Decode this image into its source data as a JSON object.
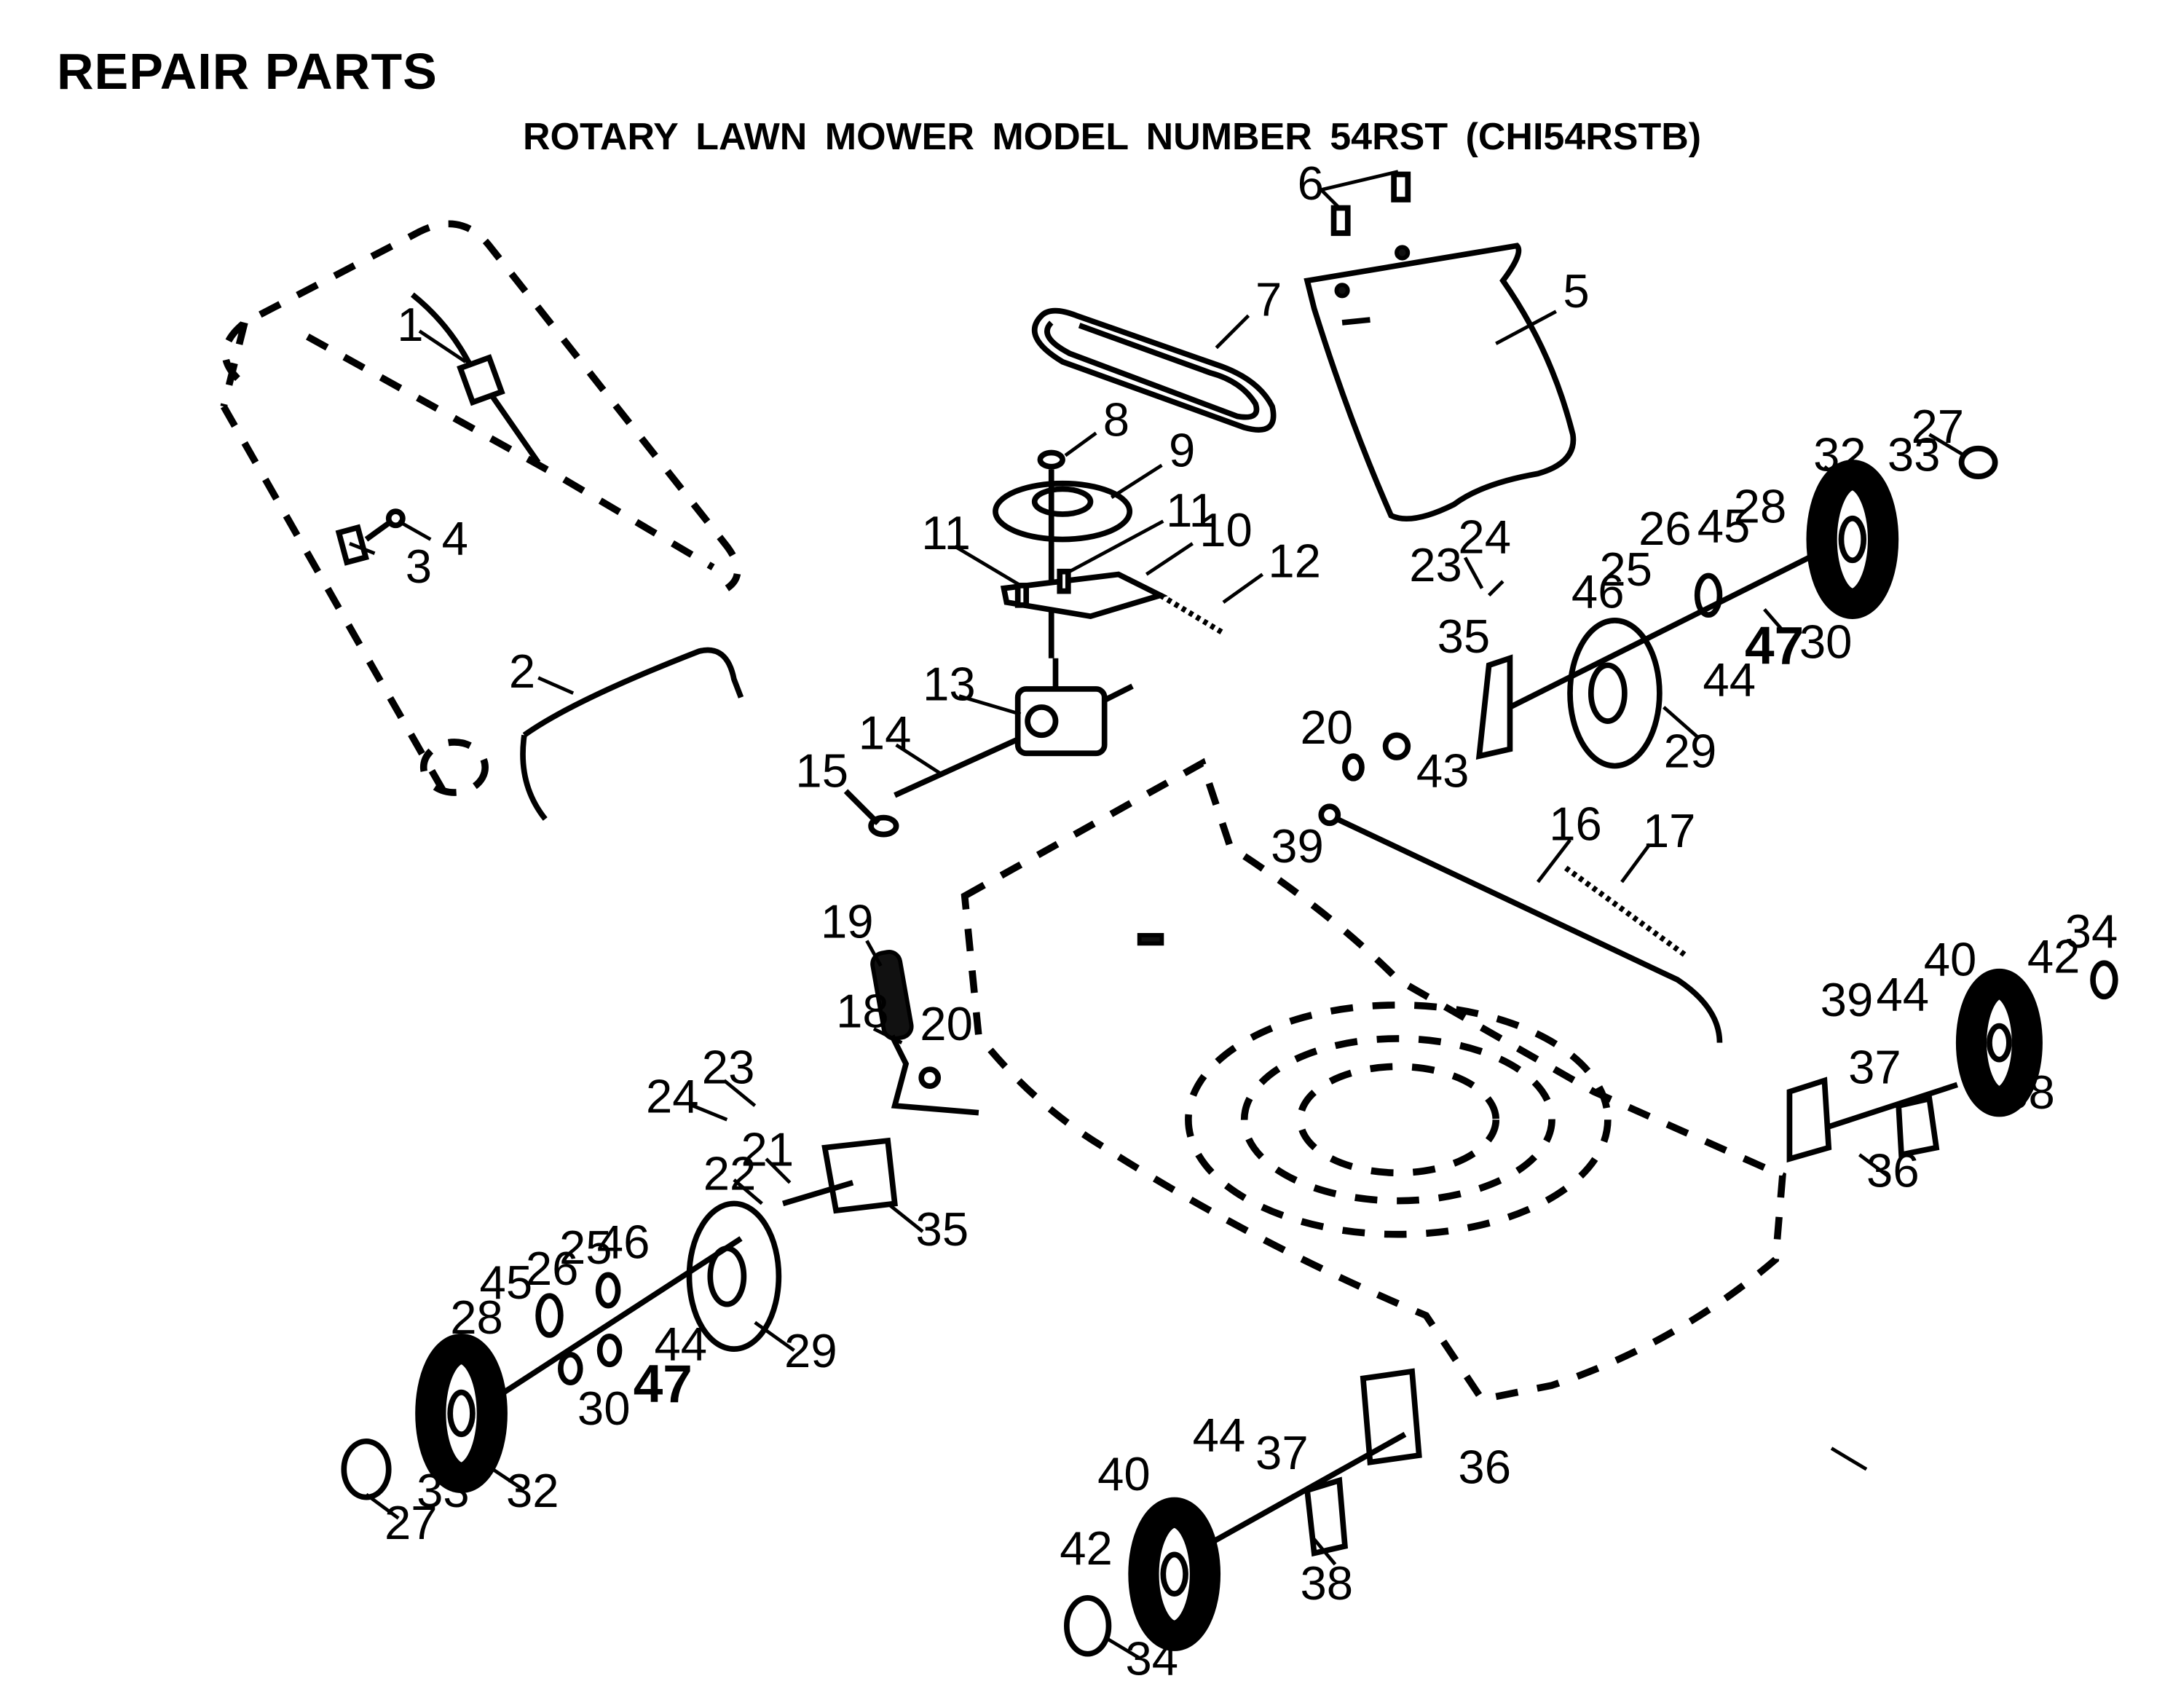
{
  "header": {
    "title": "REPAIR PARTS",
    "subtitle": "ROTARY LAWN MOWER MODEL NUMBER 54RST (CHI54RSTB)"
  },
  "callouts": [
    {
      "id": "c1",
      "label": "1"
    },
    {
      "id": "c2",
      "label": "2"
    },
    {
      "id": "c3",
      "label": "3"
    },
    {
      "id": "c4",
      "label": "4"
    },
    {
      "id": "c5",
      "label": "5"
    },
    {
      "id": "c6",
      "label": "6"
    },
    {
      "id": "c7",
      "label": "7"
    },
    {
      "id": "c8",
      "label": "8"
    },
    {
      "id": "c9",
      "label": "9"
    },
    {
      "id": "c10",
      "label": "10"
    },
    {
      "id": "c11a",
      "label": "11"
    },
    {
      "id": "c11b",
      "label": "11"
    },
    {
      "id": "c12",
      "label": "12"
    },
    {
      "id": "c13",
      "label": "13"
    },
    {
      "id": "c14",
      "label": "14"
    },
    {
      "id": "c15",
      "label": "15"
    },
    {
      "id": "c16",
      "label": "16"
    },
    {
      "id": "c17",
      "label": "17"
    },
    {
      "id": "c18",
      "label": "18"
    },
    {
      "id": "c19",
      "label": "19"
    },
    {
      "id": "c20a",
      "label": "20"
    },
    {
      "id": "c20b",
      "label": "20"
    },
    {
      "id": "c21",
      "label": "21"
    },
    {
      "id": "c22",
      "label": "22"
    },
    {
      "id": "c23a",
      "label": "23"
    },
    {
      "id": "c23b",
      "label": "23"
    },
    {
      "id": "c24a",
      "label": "24"
    },
    {
      "id": "c24b",
      "label": "24"
    },
    {
      "id": "c25a",
      "label": "25"
    },
    {
      "id": "c25b",
      "label": "25"
    },
    {
      "id": "c26a",
      "label": "26"
    },
    {
      "id": "c26b",
      "label": "26"
    },
    {
      "id": "c27a",
      "label": "27"
    },
    {
      "id": "c27b",
      "label": "27"
    },
    {
      "id": "c28a",
      "label": "28"
    },
    {
      "id": "c28b",
      "label": "28"
    },
    {
      "id": "c29a",
      "label": "29"
    },
    {
      "id": "c29b",
      "label": "29"
    },
    {
      "id": "c30a",
      "label": "30"
    },
    {
      "id": "c30b",
      "label": "30"
    },
    {
      "id": "c32a",
      "label": "32"
    },
    {
      "id": "c32b",
      "label": "32"
    },
    {
      "id": "c33a",
      "label": "33"
    },
    {
      "id": "c33b",
      "label": "33"
    },
    {
      "id": "c34a",
      "label": "34"
    },
    {
      "id": "c34b",
      "label": "34"
    },
    {
      "id": "c35a",
      "label": "35"
    },
    {
      "id": "c35b",
      "label": "35"
    },
    {
      "id": "c36a",
      "label": "36"
    },
    {
      "id": "c36b",
      "label": "36"
    },
    {
      "id": "c37a",
      "label": "37"
    },
    {
      "id": "c37b",
      "label": "37"
    },
    {
      "id": "c38a",
      "label": "38"
    },
    {
      "id": "c38b",
      "label": "38"
    },
    {
      "id": "c39a",
      "label": "39"
    },
    {
      "id": "c39b",
      "label": "39"
    },
    {
      "id": "c40a",
      "label": "40"
    },
    {
      "id": "c40b",
      "label": "40"
    },
    {
      "id": "c42a",
      "label": "42"
    },
    {
      "id": "c42b",
      "label": "42"
    },
    {
      "id": "c43",
      "label": "43"
    },
    {
      "id": "c44a",
      "label": "44"
    },
    {
      "id": "c44b",
      "label": "44"
    },
    {
      "id": "c44c",
      "label": "44"
    },
    {
      "id": "c44d",
      "label": "44"
    },
    {
      "id": "c45a",
      "label": "45"
    },
    {
      "id": "c45b",
      "label": "45"
    },
    {
      "id": "c46a",
      "label": "46"
    },
    {
      "id": "c46b",
      "label": "46"
    },
    {
      "id": "c47a",
      "label": "47"
    },
    {
      "id": "c47b",
      "label": "47"
    }
  ]
}
